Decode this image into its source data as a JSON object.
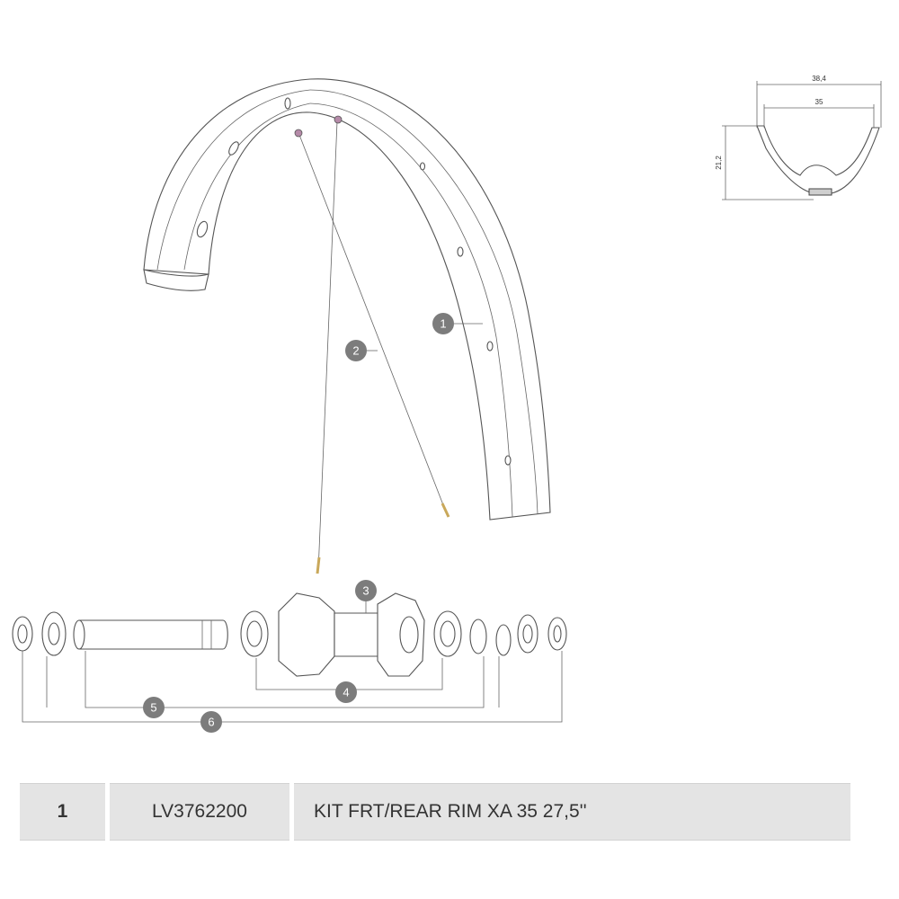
{
  "profile": {
    "outer_width": "38,4",
    "inner_width": "35",
    "height": "21,2"
  },
  "callouts": [
    {
      "label": "1",
      "part": "rim"
    },
    {
      "label": "2",
      "part": "spokes"
    },
    {
      "label": "3",
      "part": "hub-body"
    },
    {
      "label": "4",
      "part": "bearings"
    },
    {
      "label": "5",
      "part": "axle-kit"
    },
    {
      "label": "6",
      "part": "full-hub-kit"
    }
  ],
  "parts_table": [
    {
      "item": "1",
      "reference": "LV3762200",
      "description": "KIT FRT/REAR RIM XA 35 27,5''"
    }
  ]
}
